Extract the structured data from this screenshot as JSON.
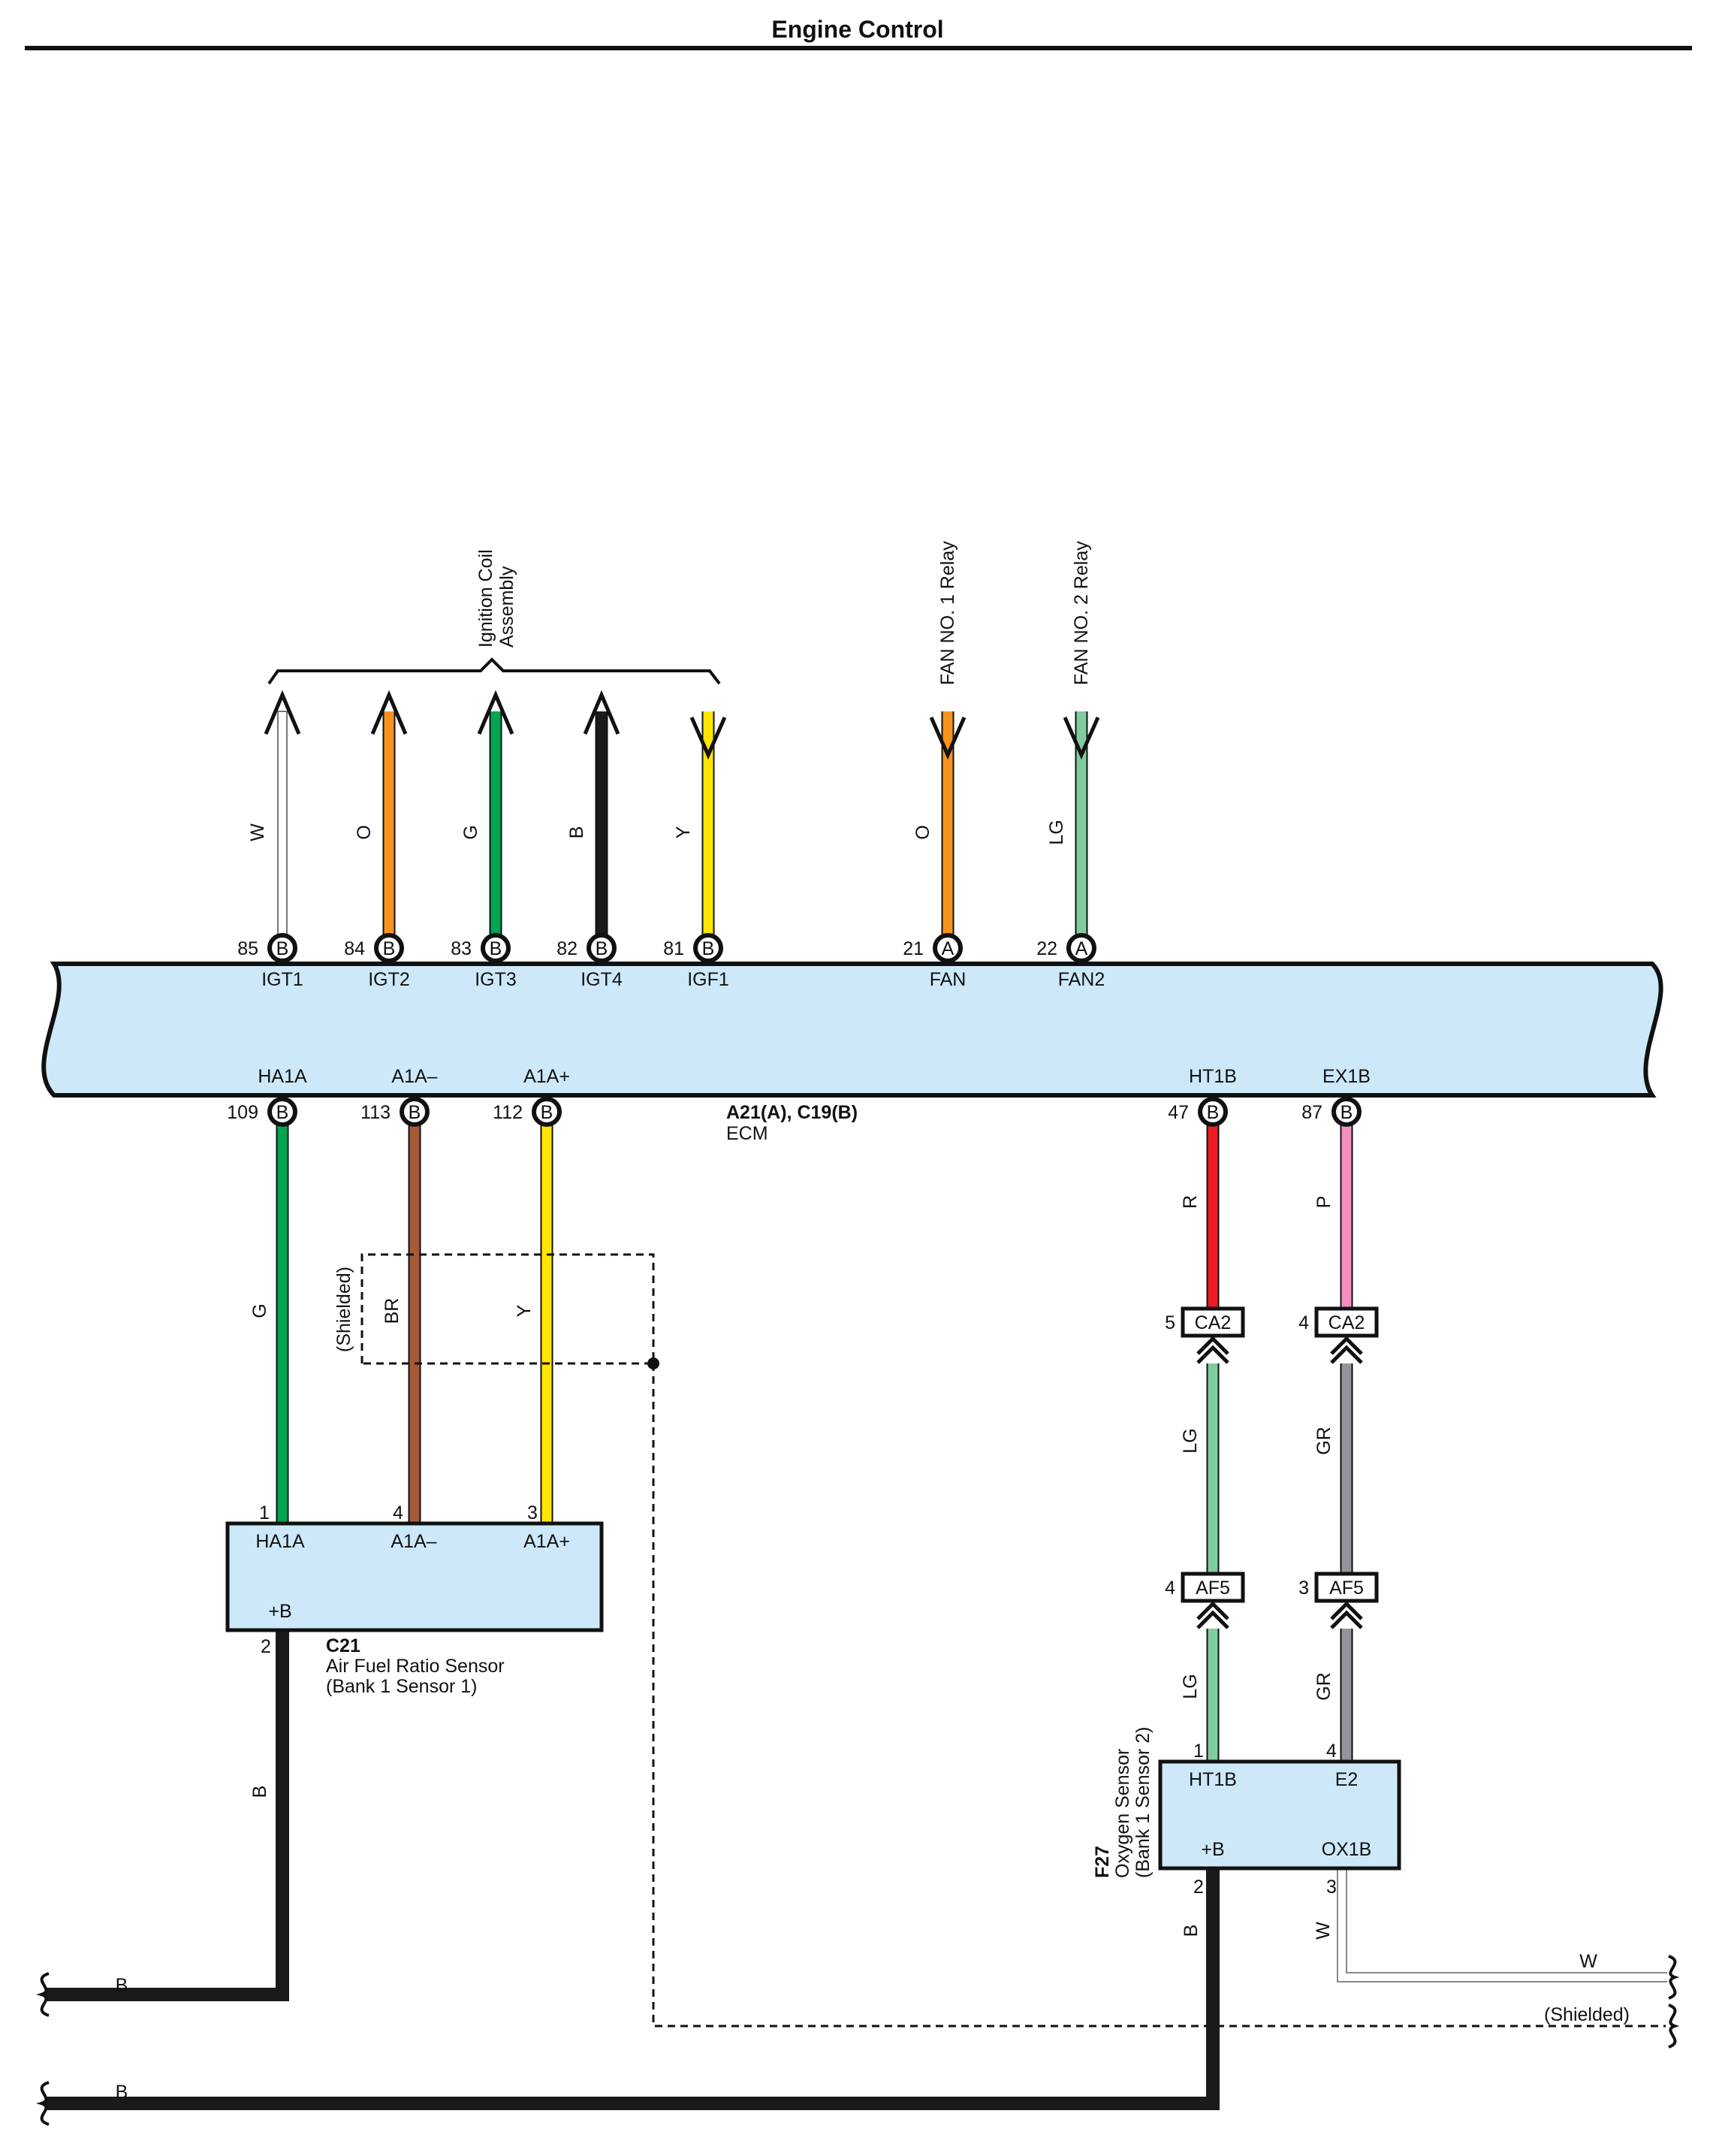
{
  "header": {
    "title": "Engine Control"
  },
  "ecm": {
    "code": "A21(A), C19(B)",
    "name": "ECM",
    "fill": "#cde9f9"
  },
  "wire_colors": {
    "W": "#ffffff",
    "O": "#f7941d",
    "G": "#00a651",
    "B": "#1a1a1a",
    "Y": "#ffe600",
    "LG": "#7fcc9f",
    "BR": "#a65a35",
    "R": "#ed1c24",
    "P": "#f48fc0",
    "GR": "#939598"
  },
  "top_group": {
    "label_line1": "Ignition Coil",
    "label_line2": "Assembly"
  },
  "top_pins": [
    {
      "pin": "85",
      "conn": "B",
      "name": "IGT1",
      "wire": "W",
      "dir": "out"
    },
    {
      "pin": "84",
      "conn": "B",
      "name": "IGT2",
      "wire": "O",
      "dir": "out"
    },
    {
      "pin": "83",
      "conn": "B",
      "name": "IGT3",
      "wire": "G",
      "dir": "out"
    },
    {
      "pin": "82",
      "conn": "B",
      "name": "IGT4",
      "wire": "B",
      "dir": "out"
    },
    {
      "pin": "81",
      "conn": "B",
      "name": "IGF1",
      "wire": "Y",
      "dir": "in"
    },
    {
      "pin": "21",
      "conn": "A",
      "name": "FAN",
      "wire": "O",
      "dir": "in",
      "dest": "FAN NO. 1 Relay"
    },
    {
      "pin": "22",
      "conn": "A",
      "name": "FAN2",
      "wire": "LG",
      "dir": "in",
      "dest": "FAN NO. 2 Relay"
    }
  ],
  "bottom_pins": [
    {
      "pin": "109",
      "conn": "B",
      "name": "HA1A"
    },
    {
      "pin": "113",
      "conn": "B",
      "name": "A1A–"
    },
    {
      "pin": "112",
      "conn": "B",
      "name": "A1A+"
    },
    {
      "pin": "47",
      "conn": "B",
      "name": "HT1B"
    },
    {
      "pin": "87",
      "conn": "B",
      "name": "EX1B"
    }
  ],
  "af_sensor": {
    "code": "C21",
    "name": "Air Fuel Ratio Sensor",
    "sub": "(Bank 1 Sensor 1)",
    "terminals": [
      {
        "pin": "1",
        "name": "HA1A",
        "wire": "G"
      },
      {
        "pin": "4",
        "name": "A1A–",
        "wire": "BR"
      },
      {
        "pin": "3",
        "name": "A1A+",
        "wire": "Y"
      }
    ],
    "power": {
      "pin": "2",
      "name": "+B",
      "wire": "B"
    }
  },
  "shield_label": "(Shielded)",
  "connectors": {
    "ca2": {
      "name": "CA2",
      "pins": [
        "5",
        "4"
      ],
      "upper_wires": [
        "R",
        "P"
      ],
      "lower_wires": [
        "LG",
        "GR"
      ]
    },
    "af5": {
      "name": "AF5",
      "pins": [
        "4",
        "3"
      ],
      "lower_wires": [
        "LG",
        "GR"
      ]
    }
  },
  "o2_sensor": {
    "code": "F27",
    "name": "Oxygen Sensor",
    "sub": "(Bank 1 Sensor 2)",
    "terminals": [
      {
        "pin": "1",
        "name": "HT1B"
      },
      {
        "pin": "4",
        "name": "E2"
      }
    ],
    "bottom": [
      {
        "pin": "2",
        "name": "+B",
        "wire": "B"
      },
      {
        "pin": "3",
        "name": "OX1B",
        "wire": "W"
      }
    ]
  },
  "exits": [
    {
      "wire": "B"
    },
    {
      "wire": "B"
    },
    {
      "wire": "W"
    },
    {
      "label": "(Shielded)"
    }
  ]
}
